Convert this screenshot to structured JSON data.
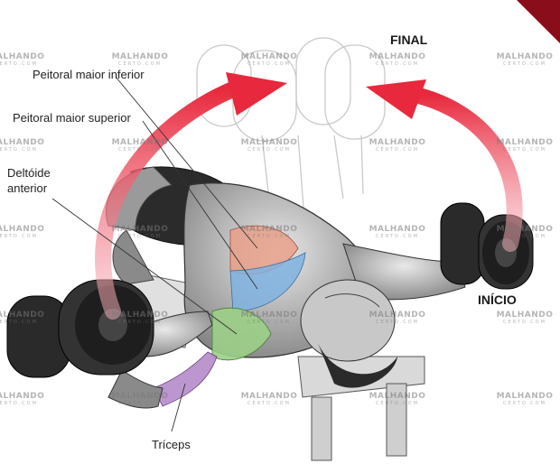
{
  "labels": {
    "final": "FINAL",
    "inicio": "INÍCIO",
    "peitoral_inferior": "Peitoral maior inferior",
    "peitoral_superior": "Peitoral maior superior",
    "deltoide_line1": "Deltóide",
    "deltoide_line2": "anterior",
    "triceps": "Tríceps"
  },
  "watermark": {
    "brand": "MALHANDO",
    "sub": "CERTO.COM"
  },
  "colors": {
    "arrow": "#e8283c",
    "peitoral_inferior": "#e8a08a",
    "peitoral_superior": "#7fb3e0",
    "deltoide": "#9ccf86",
    "triceps": "#b58bc9",
    "body_shade": "#8a8a8a"
  }
}
